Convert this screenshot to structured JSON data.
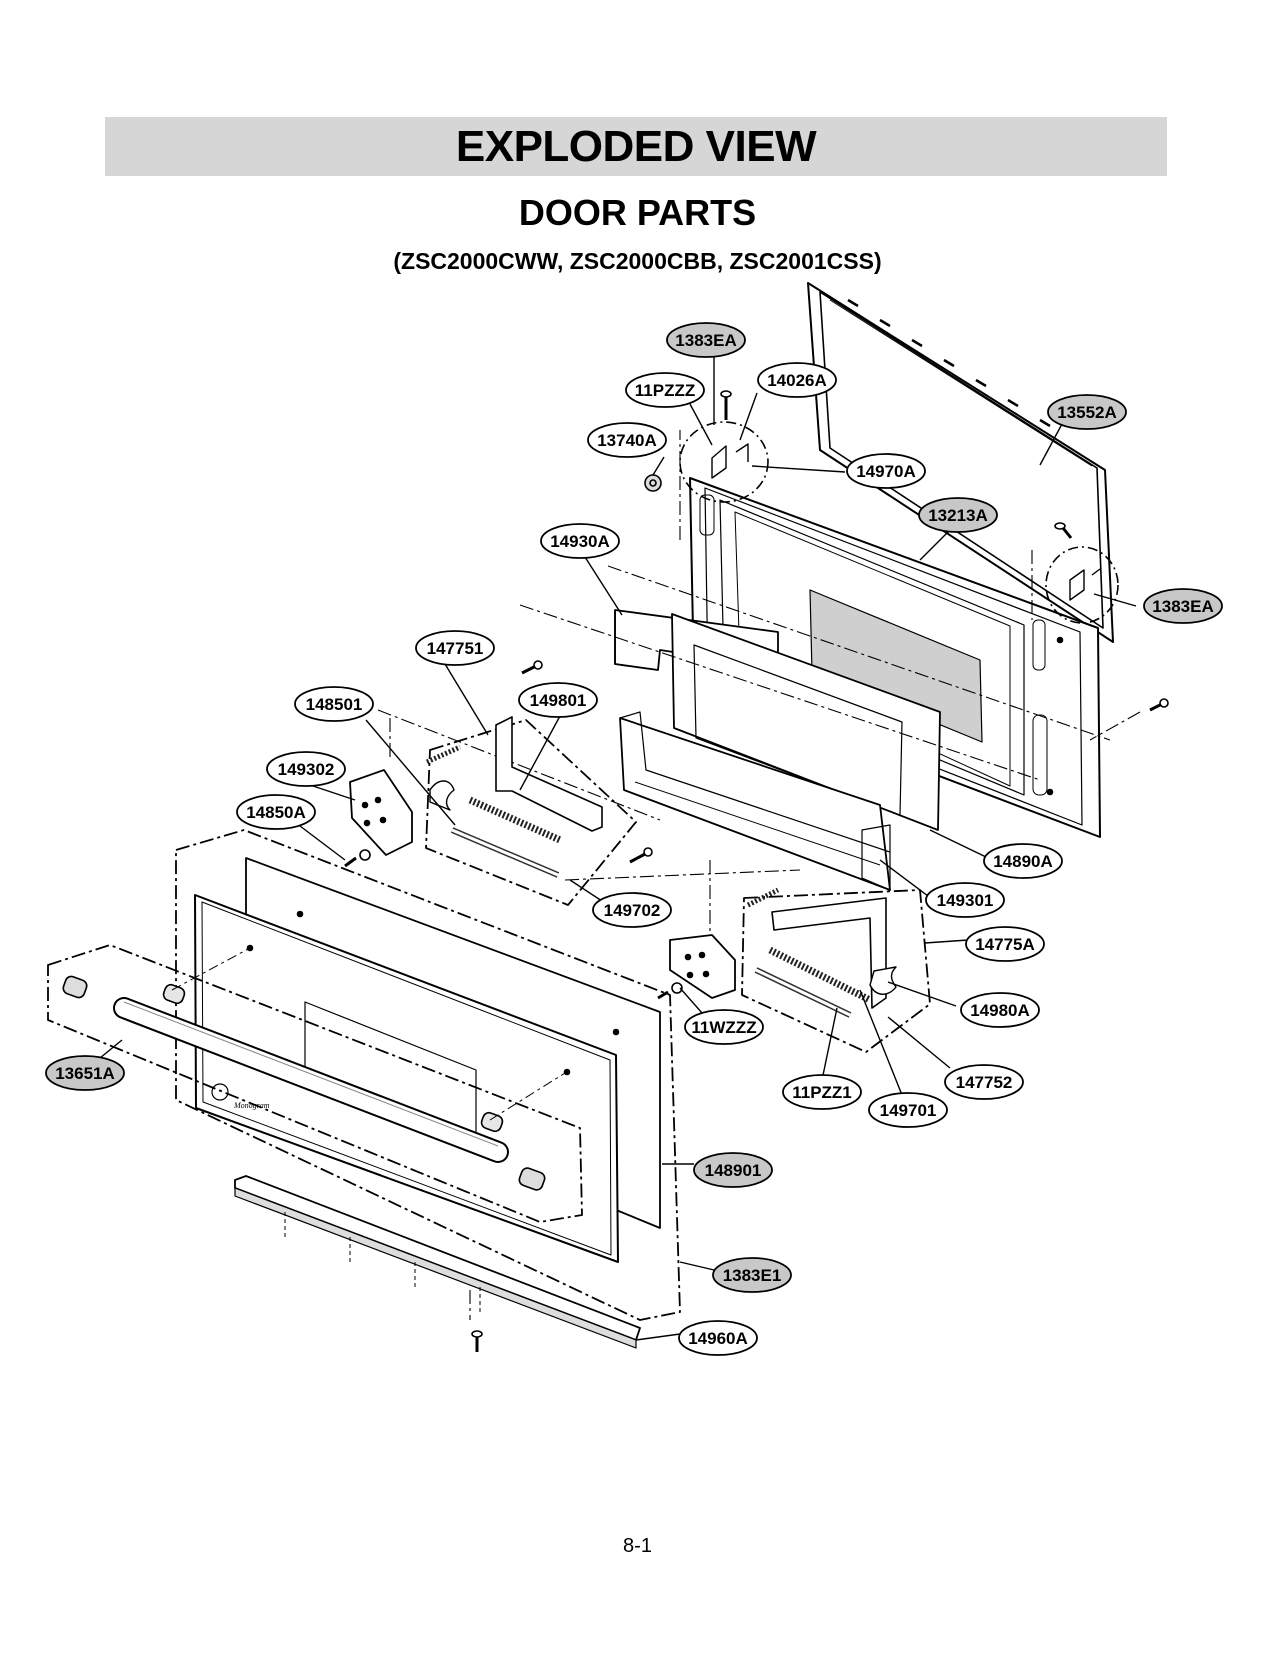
{
  "header": {
    "title": "EXPLODED VIEW",
    "subtitle": "DOOR PARTS",
    "models": "(ZSC2000CWW, ZSC2000CBB, ZSC2001CSS)"
  },
  "footer": {
    "page_number": "8-1"
  },
  "colors": {
    "banner": "#d6d6d6",
    "callout_shaded": "#c8c8c8",
    "callout_plain": "#ffffff"
  },
  "diagram": {
    "callouts": [
      {
        "id": "1383EA-top",
        "label": "1383EA",
        "shaded": true
      },
      {
        "id": "11PZZZ",
        "label": "11PZZZ",
        "shaded": false
      },
      {
        "id": "14026A",
        "label": "14026A",
        "shaded": false
      },
      {
        "id": "13552A",
        "label": "13552A",
        "shaded": true
      },
      {
        "id": "13740A",
        "label": "13740A",
        "shaded": false
      },
      {
        "id": "14970A",
        "label": "14970A",
        "shaded": false
      },
      {
        "id": "13213A",
        "label": "13213A",
        "shaded": true
      },
      {
        "id": "14930A",
        "label": "14930A",
        "shaded": false
      },
      {
        "id": "1383EA-right",
        "label": "1383EA",
        "shaded": true
      },
      {
        "id": "147751",
        "label": "147751",
        "shaded": false
      },
      {
        "id": "148501",
        "label": "148501",
        "shaded": false
      },
      {
        "id": "149801",
        "label": "149801",
        "shaded": false
      },
      {
        "id": "149302",
        "label": "149302",
        "shaded": false
      },
      {
        "id": "14850A",
        "label": "14850A",
        "shaded": false
      },
      {
        "id": "14890A",
        "label": "14890A",
        "shaded": false
      },
      {
        "id": "149702",
        "label": "149702",
        "shaded": false
      },
      {
        "id": "149301",
        "label": "149301",
        "shaded": false
      },
      {
        "id": "14775A",
        "label": "14775A",
        "shaded": false
      },
      {
        "id": "14980A",
        "label": "14980A",
        "shaded": false
      },
      {
        "id": "11WZZZ",
        "label": "11WZZZ",
        "shaded": false
      },
      {
        "id": "13651A",
        "label": "13651A",
        "shaded": true
      },
      {
        "id": "147752",
        "label": "147752",
        "shaded": false
      },
      {
        "id": "11PZZ1",
        "label": "11PZZ1",
        "shaded": false
      },
      {
        "id": "149701",
        "label": "149701",
        "shaded": false
      },
      {
        "id": "148901",
        "label": "148901",
        "shaded": true
      },
      {
        "id": "1383E1",
        "label": "1383E1",
        "shaded": true
      },
      {
        "id": "14960A",
        "label": "14960A",
        "shaded": false
      }
    ]
  }
}
